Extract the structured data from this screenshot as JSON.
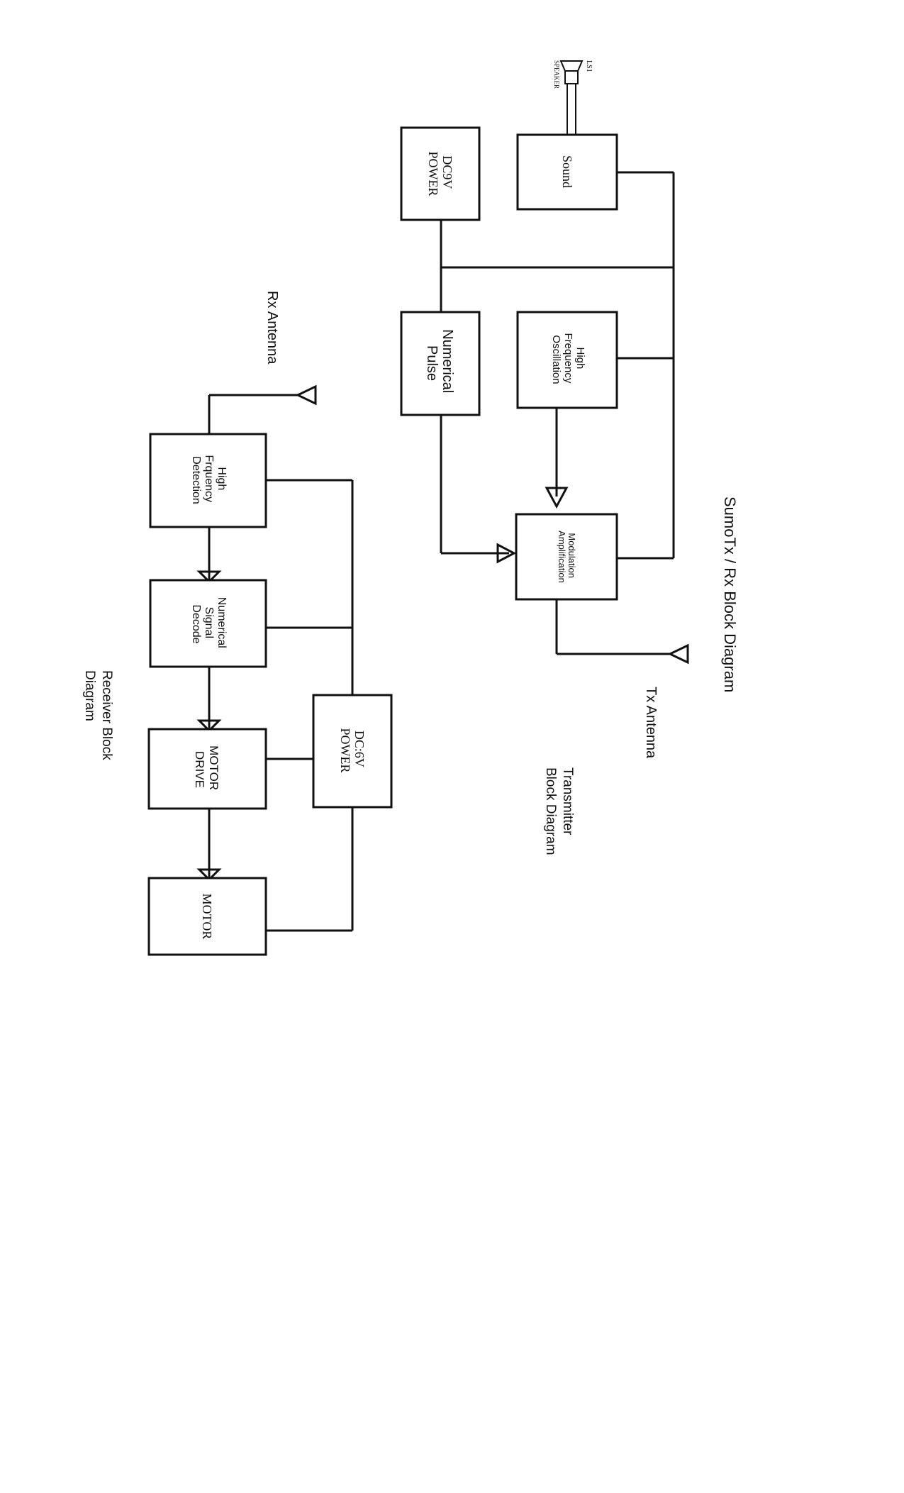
{
  "title": "SumoTx / Rx Block Diagram",
  "transmitter": {
    "caption": [
      "Transmitter",
      "Block Diagram"
    ],
    "speaker": {
      "ref": "LS1",
      "label": "SPEAKER"
    },
    "blocks": {
      "sound": [
        "Sound"
      ],
      "dc9v": [
        "DC9V",
        "POWER"
      ],
      "hf_osc": [
        "High",
        "Frequency",
        "Oscillation"
      ],
      "num_pulse": [
        "Numerical",
        "Pulse"
      ],
      "mod_amp": [
        "Modulation",
        "Amplification"
      ]
    },
    "antenna_label": "Tx Antenna"
  },
  "receiver": {
    "caption": [
      "Receiver Block",
      "Diagram"
    ],
    "antenna_label": "Rx Antenna",
    "blocks": {
      "hf_det": [
        "High",
        "Frquency",
        "Detection"
      ],
      "num_decode": [
        "Numerical",
        "Signal",
        "Decode"
      ],
      "dc6v": [
        "DC:6V",
        "POWER"
      ],
      "motor_drive": [
        "MOTOR",
        "DRIVE"
      ],
      "motor": [
        "MOTOR"
      ]
    }
  }
}
